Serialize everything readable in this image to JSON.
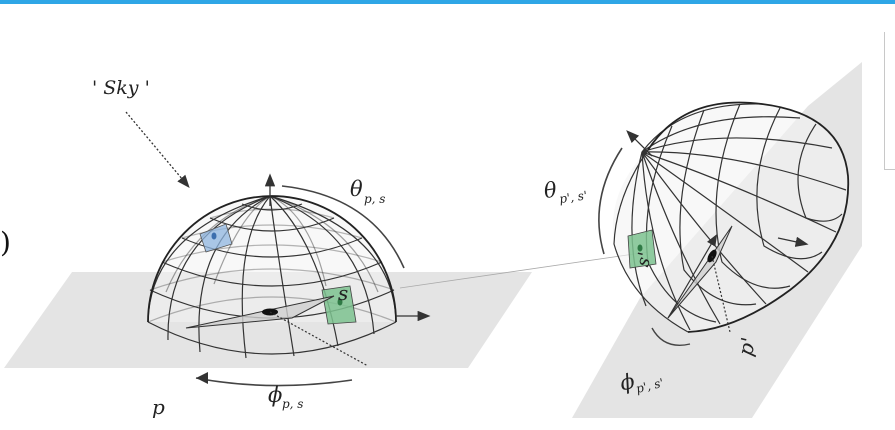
{
  "diagram": {
    "fragment_label": ")",
    "sky_label": "' Sky '",
    "left": {
      "theta": {
        "symbol": "θ",
        "sub": "p, s"
      },
      "phi": {
        "symbol": "ϕ",
        "sub": "p, s"
      },
      "sample_label": "s",
      "plane_label": "p"
    },
    "right": {
      "theta": {
        "symbol": "θ",
        "sub": "p', s'"
      },
      "phi": {
        "symbol": "ϕ",
        "sub": "p', s'"
      },
      "sample_label": "s'",
      "plane_label": "p'"
    },
    "colors": {
      "accent_bar": "#2ea6e6",
      "sample_patch": "#7cc28f",
      "sky_patch": "#8fb6e0",
      "plane": "#e3e3e3",
      "grid": "#333333"
    }
  }
}
